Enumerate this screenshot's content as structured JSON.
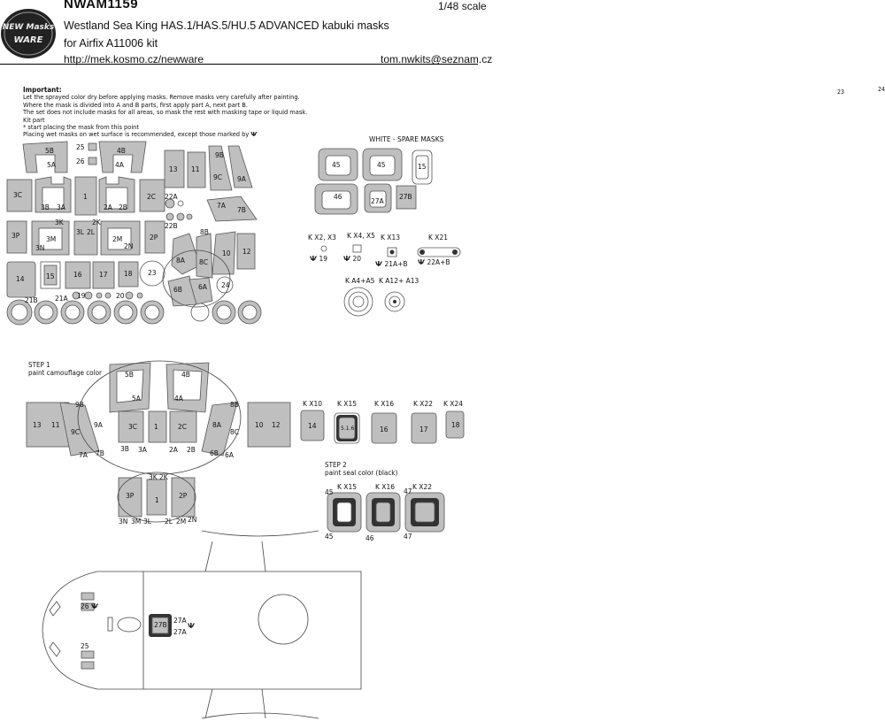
{
  "header": {
    "code": "NWAM1159",
    "scale": "1/48 scale",
    "title": "Westland Sea King HAS.1/HAS.5/HU.5 ADVANCED kabuki masks",
    "kit": "for Airfix A11006 kit",
    "url": "http://mek.kosmo.cz/newware",
    "email": "tom.nwkits@seznam.cz",
    "logo_text": [
      "NEW Masks",
      "WARE"
    ]
  },
  "page_numbers": [
    "23",
    "24"
  ],
  "notes": {
    "heading": "Important:",
    "lines": [
      "Let the sprayed color dry before applying masks. Remove masks very carefully after painting.",
      "Where the mask is divided into A and B parts, first apply part A, next part B.",
      "The set does not include masks for all areas, so mask the rest with masking tape or liquid mask.",
      "Kit part",
      "* start placing the mask from this point",
      "Placing wet masks on wet surface is recommended, except those marked by"
    ]
  },
  "spare": {
    "title": "WHITE - SPARE MASKS",
    "labels": [
      "45",
      "45",
      "15",
      "46",
      "27A",
      "27B"
    ]
  },
  "kit_parts_top": [
    {
      "name": "K X2, X3",
      "mask": "19"
    },
    {
      "name": "K X4, X5",
      "mask": "20"
    },
    {
      "name": "K X13",
      "mask": "21A+B"
    },
    {
      "name": "K X21",
      "mask": "22A+B"
    },
    {
      "name": "K A4+A5",
      "mask": ""
    },
    {
      "name": "K A12+ A13",
      "mask": ""
    }
  ],
  "step1": {
    "title": "STEP 1",
    "desc": "paint camouflage color"
  },
  "step2": {
    "title": "STEP  2",
    "desc": "paint seal color (black)"
  },
  "kit_parts_step1": [
    {
      "name": "K X10",
      "mask": "14"
    },
    {
      "name": "K X15",
      "mask": "5.1.6"
    },
    {
      "name": "K X16",
      "mask": "16"
    },
    {
      "name": "K X22",
      "mask": "17"
    },
    {
      "name": "K X24",
      "mask": "18"
    }
  ],
  "kit_parts_step2": [
    {
      "name": "K X15",
      "top": "45",
      "bottom": "45"
    },
    {
      "name": "K X16",
      "top": "",
      "bottom": "46"
    },
    {
      "name": "K X22",
      "top": "47",
      "bottom": "47"
    }
  ],
  "sheet_labels": {
    "canopy": [
      "5B",
      "5A",
      "4B",
      "4A",
      "25",
      "26",
      "3C",
      "1",
      "2C",
      "3B",
      "3A",
      "2A",
      "2B",
      "3P",
      "3M",
      "3N",
      "3K",
      "3L",
      "2K",
      "2L",
      "2M",
      "2N",
      "2P",
      "13",
      "11",
      "9B",
      "9C",
      "9A",
      "22A",
      "22B",
      "7A",
      "7B",
      "8B",
      "8A",
      "8C",
      "6A",
      "6B",
      "10",
      "12",
      "14",
      "15",
      "16",
      "17",
      "18",
      "23",
      "21B",
      "21A",
      "19",
      "20",
      "24"
    ],
    "step1": [
      "5B",
      "5A",
      "4B",
      "4A",
      "3C",
      "1",
      "2C",
      "3B",
      "3A",
      "2A",
      "2B",
      "13",
      "11",
      "9B",
      "9C",
      "9A",
      "7A",
      "7B",
      "12",
      "10",
      "8B",
      "8C",
      "8A",
      "6B",
      "6A",
      "3K",
      "2K",
      "3P",
      "1",
      "2P",
      "3N",
      "3M",
      "3L",
      "2L",
      "2M",
      "2N"
    ],
    "fuselage": [
      "26",
      "25",
      "27B",
      "27A",
      "27A"
    ]
  },
  "colors": {
    "mask_fill": "#bfbfbf",
    "mask_line": "#555555",
    "dark": "#333333"
  }
}
